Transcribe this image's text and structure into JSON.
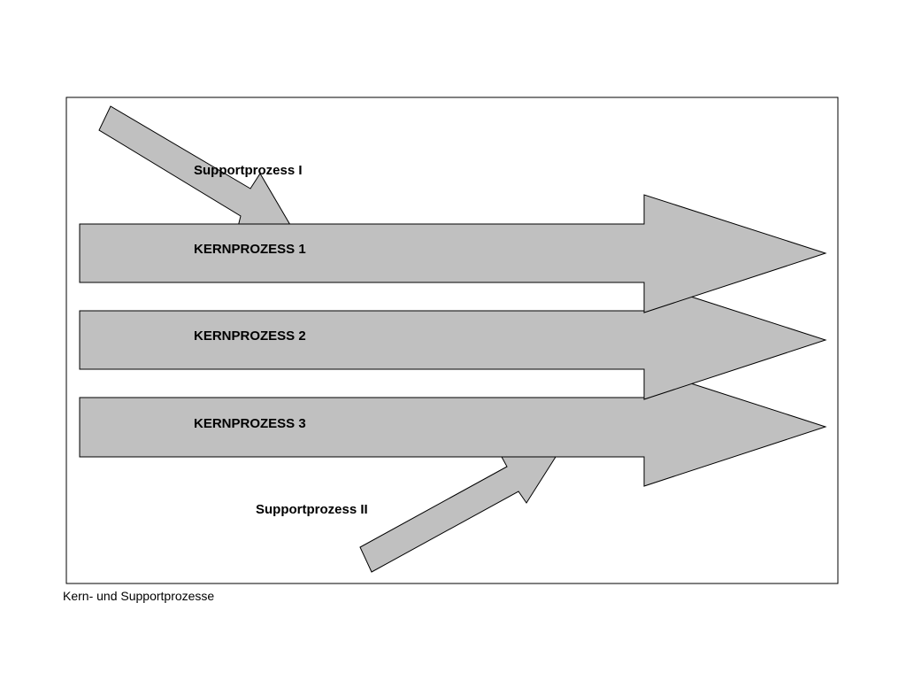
{
  "diagram": {
    "support_processes": [
      {
        "label": "Supportprozess I"
      },
      {
        "label": "Supportprozess II"
      }
    ],
    "core_processes": [
      {
        "label": "KERNPROZESS 1"
      },
      {
        "label": "KERNPROZESS 2"
      },
      {
        "label": "KERNPROZESS 3"
      }
    ],
    "caption": "Kern- und Supportprozesse",
    "colors": {
      "arrow_fill": "#c0c0c0",
      "stroke": "#000000",
      "background": "#ffffff"
    }
  }
}
